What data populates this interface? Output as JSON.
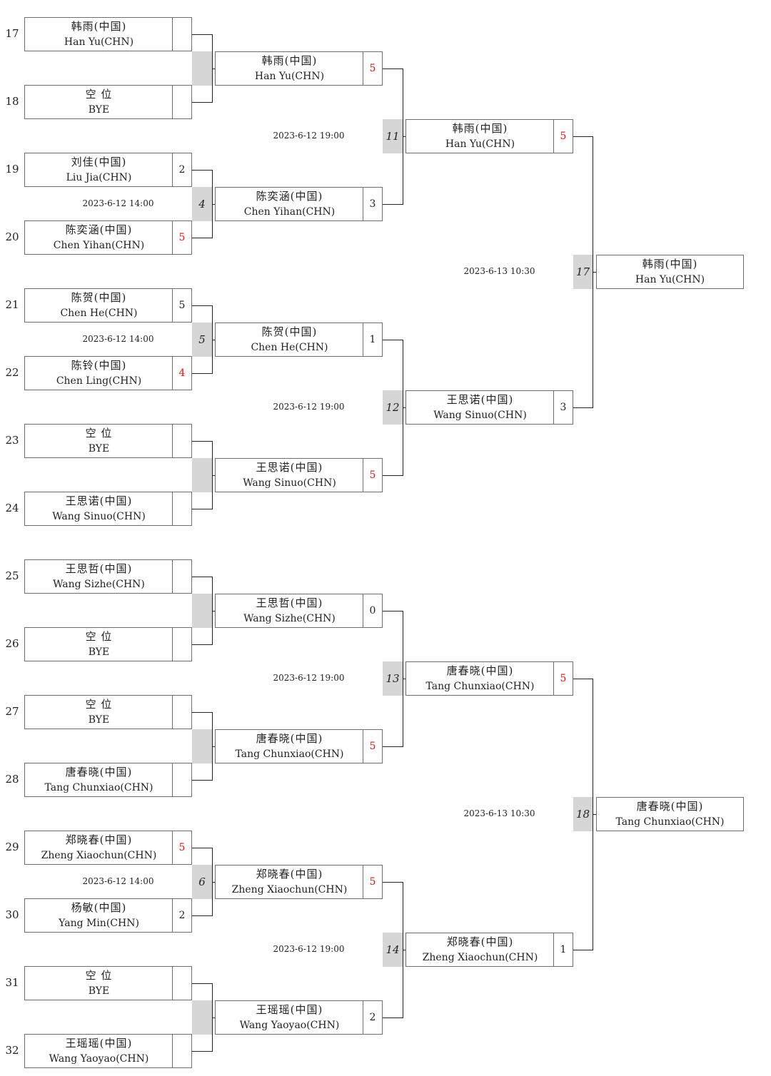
{
  "first_round": [
    {
      "seed": "17",
      "cn": "韩雨(中国)",
      "en": "Han Yu(CHN)",
      "score": ""
    },
    {
      "seed": "18",
      "cn": "空 位",
      "en": "BYE",
      "score": ""
    },
    {
      "seed": "19",
      "cn": "刘佳(中国)",
      "en": "Liu Jia(CHN)",
      "score": "2"
    },
    {
      "seed": "20",
      "cn": "陈奕涵(中国)",
      "en": "Chen Yihan(CHN)",
      "score": "5"
    },
    {
      "seed": "21",
      "cn": "陈贺(中国)",
      "en": "Chen He(CHN)",
      "score": "5"
    },
    {
      "seed": "22",
      "cn": "陈铃(中国)",
      "en": "Chen Ling(CHN)",
      "score": "4"
    },
    {
      "seed": "23",
      "cn": "空 位",
      "en": "BYE",
      "score": ""
    },
    {
      "seed": "24",
      "cn": "王思诺(中国)",
      "en": "Wang Sinuo(CHN)",
      "score": ""
    },
    {
      "seed": "25",
      "cn": "王思哲(中国)",
      "en": "Wang Sizhe(CHN)",
      "score": ""
    },
    {
      "seed": "26",
      "cn": "空 位",
      "en": "BYE",
      "score": ""
    },
    {
      "seed": "27",
      "cn": "空 位",
      "en": "BYE",
      "score": ""
    },
    {
      "seed": "28",
      "cn": "唐春晓(中国)",
      "en": "Tang Chunxiao(CHN)",
      "score": ""
    },
    {
      "seed": "29",
      "cn": "郑晓春(中国)",
      "en": "Zheng Xiaochun(CHN)",
      "score": "5"
    },
    {
      "seed": "30",
      "cn": "杨敏(中国)",
      "en": "Yang Min(CHN)",
      "score": "2"
    },
    {
      "seed": "31",
      "cn": "空 位",
      "en": "BYE",
      "score": ""
    },
    {
      "seed": "32",
      "cn": "王瑶瑶(中国)",
      "en": "Wang Yaoyao(CHN)",
      "score": ""
    }
  ],
  "first_round_win": [
    false,
    false,
    false,
    true,
    false,
    true,
    false,
    false,
    false,
    false,
    false,
    false,
    true,
    false,
    false,
    false
  ],
  "first_round_matches": [
    {
      "no": "",
      "date": ""
    },
    {
      "no": "4",
      "date": "2023-6-12 14:00"
    },
    {
      "no": "5",
      "date": "2023-6-12 14:00"
    },
    {
      "no": "",
      "date": ""
    },
    {
      "no": "",
      "date": ""
    },
    {
      "no": "",
      "date": ""
    },
    {
      "no": "6",
      "date": "2023-6-12 14:00"
    },
    {
      "no": "",
      "date": ""
    }
  ],
  "second_round": [
    {
      "cn": "韩雨(中国)",
      "en": "Han Yu(CHN)",
      "score": "5",
      "win": true
    },
    {
      "cn": "陈奕涵(中国)",
      "en": "Chen Yihan(CHN)",
      "score": "3",
      "win": false
    },
    {
      "cn": "陈贺(中国)",
      "en": "Chen He(CHN)",
      "score": "1",
      "win": false
    },
    {
      "cn": "王思诺(中国)",
      "en": "Wang Sinuo(CHN)",
      "score": "5",
      "win": true
    },
    {
      "cn": "王思哲(中国)",
      "en": "Wang Sizhe(CHN)",
      "score": "0",
      "win": false
    },
    {
      "cn": "唐春晓(中国)",
      "en": "Tang Chunxiao(CHN)",
      "score": "5",
      "win": true
    },
    {
      "cn": "郑晓春(中国)",
      "en": "Zheng Xiaochun(CHN)",
      "score": "5",
      "win": true
    },
    {
      "cn": "王瑶瑶(中国)",
      "en": "Wang Yaoyao(CHN)",
      "score": "2",
      "win": false
    }
  ],
  "second_round_matches": [
    {
      "no": "11",
      "date": "2023-6-12 19:00"
    },
    {
      "no": "12",
      "date": "2023-6-12 19:00"
    },
    {
      "no": "13",
      "date": "2023-6-12 19:00"
    },
    {
      "no": "14",
      "date": "2023-6-12 19:00"
    }
  ],
  "third_round": [
    {
      "cn": "韩雨(中国)",
      "en": "Han Yu(CHN)",
      "score": "5",
      "win": true
    },
    {
      "cn": "王思诺(中国)",
      "en": "Wang Sinuo(CHN)",
      "score": "3",
      "win": false
    },
    {
      "cn": "唐春晓(中国)",
      "en": "Tang Chunxiao(CHN)",
      "score": "5",
      "win": true
    },
    {
      "cn": "郑晓春(中国)",
      "en": "Zheng Xiaochun(CHN)",
      "score": "1",
      "win": false
    }
  ],
  "third_round_matches": [
    {
      "no": "17",
      "date": "2023-6-13 10:30"
    },
    {
      "no": "18",
      "date": "2023-6-13 10:30"
    }
  ],
  "final_round": [
    {
      "cn": "韩雨(中国)",
      "en": "Han Yu(CHN)"
    },
    {
      "cn": "唐春晓(中国)",
      "en": "Tang Chunxiao(CHN)"
    }
  ],
  "colors": {
    "win_score": "#e01010",
    "match_no_bg": "#d6d6d6",
    "border": "#6e6e6e"
  }
}
